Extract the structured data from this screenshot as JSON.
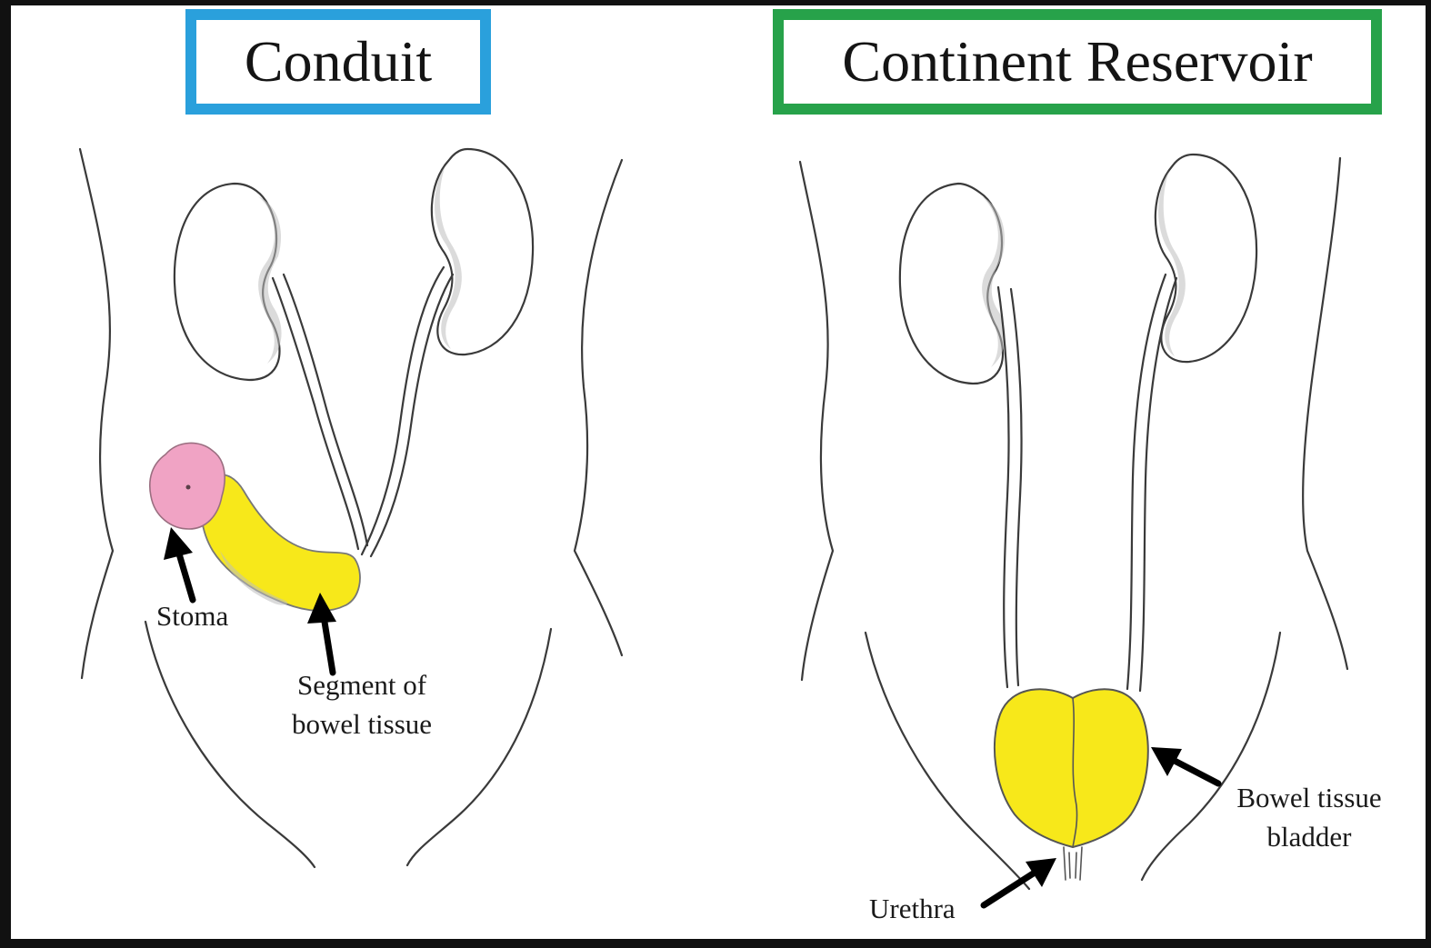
{
  "panels": {
    "left": {
      "title": "Conduit",
      "title_border_color": "#2aa0dc",
      "labels": {
        "stoma": "Stoma",
        "segment_line1": "Segment of",
        "segment_line2": "bowel tissue"
      }
    },
    "right": {
      "title": "Continent Reservoir",
      "title_border_color": "#27a24a",
      "labels": {
        "bladder_line1": "Bowel tissue",
        "bladder_line2": "bladder",
        "urethra": "Urethra"
      }
    }
  },
  "colors": {
    "bowel_tissue": "#f7e81a",
    "stoma": "#f0a3c4",
    "frame": "#111111"
  }
}
